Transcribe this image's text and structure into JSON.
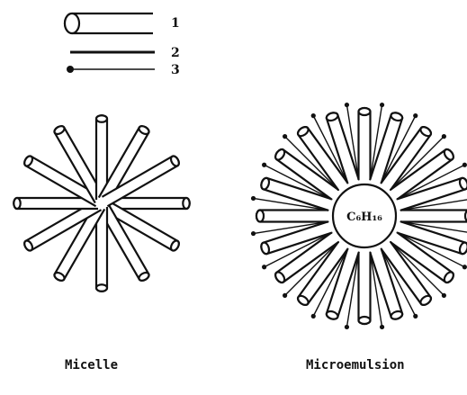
{
  "legend": {
    "items": [
      {
        "number": "1",
        "kind": "tube"
      },
      {
        "number": "2",
        "kind": "thick-line"
      },
      {
        "number": "3",
        "kind": "dot-line"
      }
    ]
  },
  "micelle": {
    "caption": "Micelle",
    "tube_count": 12
  },
  "microemulsion": {
    "caption": "Microemulsion",
    "core_label": "C₆H₁₆",
    "tube_count": 20,
    "line_count": 20
  },
  "colors": {
    "ink": "#111111",
    "background": "#ffffff"
  }
}
